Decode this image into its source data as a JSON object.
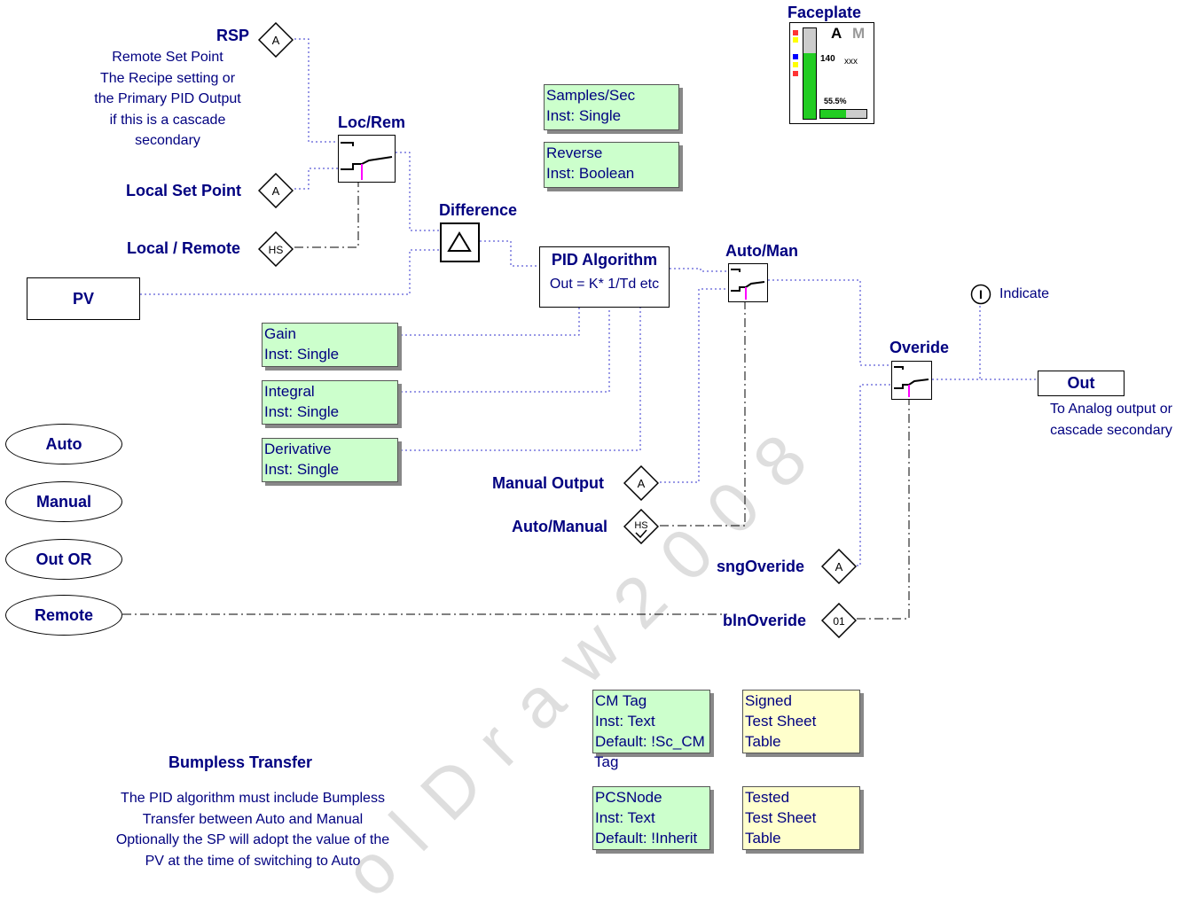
{
  "labels": {
    "rsp": "RSP",
    "rsp_desc": [
      "Remote Set Point",
      "The Recipe setting or",
      "the Primary PID Output",
      "if this is a cascade",
      "secondary"
    ],
    "loc_rem": "Loc/Rem",
    "local_sp": "Local Set Point",
    "local_remote": "Local / Remote",
    "pv": "PV",
    "difference": "Difference",
    "pid_title": "PID Algorithm",
    "pid_formula": "Out = K* 1/Td etc",
    "auto_man": "Auto/Man",
    "overide": "Overide",
    "indicate": "Indicate",
    "out": "Out",
    "out_desc": [
      "To Analog output or",
      "cascade secondary"
    ],
    "manual_output": "Manual Output",
    "auto_manual": "Auto/Manual",
    "sng_overide": "sngOveride",
    "bln_overide": "blnOveride",
    "faceplate": "Faceplate"
  },
  "diamond_glyphs": {
    "a": "A",
    "hs": "HS",
    "o1": "01",
    "indicator": "I"
  },
  "faceplate": {
    "mode_a": "A",
    "mode_m": "M",
    "value": "140",
    "unit": "xxx",
    "output_pct": "55.5%",
    "output_fraction": 0.555,
    "fill_color": "#22cc22"
  },
  "green_boxes": {
    "samples": [
      "Samples/Sec",
      "Inst: Single"
    ],
    "reverse": [
      "Reverse",
      "Inst: Boolean"
    ],
    "gain": [
      "Gain",
      "Inst: Single"
    ],
    "integral": [
      "Integral",
      "Inst: Single"
    ],
    "derivative": [
      "Derivative",
      "Inst: Single"
    ],
    "cm_tag": [
      "CM Tag",
      "Inst: Text",
      "Default: !Sc_CM",
      "Tag"
    ],
    "pcs_node": [
      "PCSNode",
      "Inst: Text",
      "Default: !Inherit"
    ]
  },
  "yellow_boxes": {
    "signed": [
      "Signed",
      "Test Sheet",
      "Table"
    ],
    "tested": [
      "Tested",
      "Test Sheet",
      "Table"
    ]
  },
  "modes": [
    "Auto",
    "Manual",
    "Out OR",
    "Remote"
  ],
  "bumpless": {
    "title": "Bumpless Transfer",
    "lines": [
      "The PID algorithm must include Bumpless",
      "Transfer between Auto and Manual",
      "Optionally the SP will adopt the value of the",
      "PV at the time of switching to Auto"
    ]
  },
  "watermark": "olDraw2008",
  "colors": {
    "text": "#000080",
    "green_box": "#ccffcc",
    "yellow_box": "#ffffcc",
    "wire": "#3333cc",
    "switch_accent": "#ff00ff"
  }
}
